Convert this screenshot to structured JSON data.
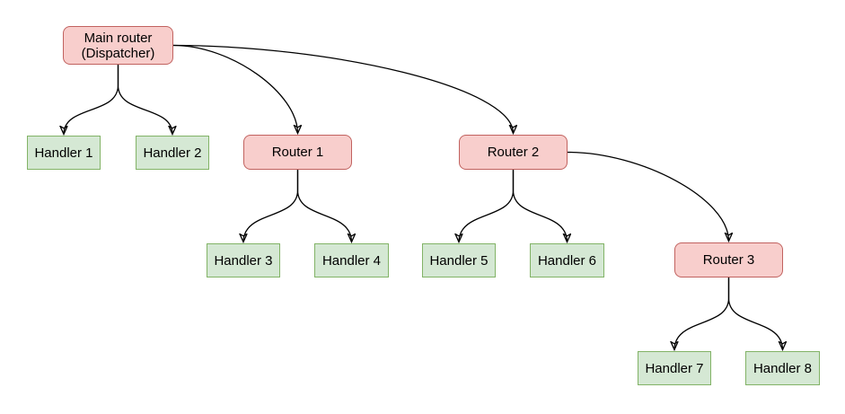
{
  "diagram": {
    "type": "tree",
    "background": "#ffffff",
    "node_styles": {
      "router": {
        "fill": "#f8cecc",
        "border": "#c1625f",
        "shape": "rounded-rectangle"
      },
      "handler": {
        "fill": "#d5e8d4",
        "border": "#82b366",
        "shape": "rectangle"
      }
    },
    "edge_style": {
      "color": "#000000",
      "arrowhead": "filled-triangle",
      "curve": "curved"
    },
    "nodes": {
      "main": {
        "label": "Main router\n(Dispatcher)",
        "type": "router"
      },
      "handler1": {
        "label": "Handler 1",
        "type": "handler"
      },
      "handler2": {
        "label": "Handler 2",
        "type": "handler"
      },
      "router1": {
        "label": "Router 1",
        "type": "router"
      },
      "router2": {
        "label": "Router 2",
        "type": "router"
      },
      "handler3": {
        "label": "Handler 3",
        "type": "handler"
      },
      "handler4": {
        "label": "Handler 4",
        "type": "handler"
      },
      "handler5": {
        "label": "Handler 5",
        "type": "handler"
      },
      "handler6": {
        "label": "Handler 6",
        "type": "handler"
      },
      "router3": {
        "label": "Router 3",
        "type": "router"
      },
      "handler7": {
        "label": "Handler 7",
        "type": "handler"
      },
      "handler8": {
        "label": "Handler 8",
        "type": "handler"
      }
    },
    "edges": [
      {
        "from": "main",
        "to": "handler1"
      },
      {
        "from": "main",
        "to": "handler2"
      },
      {
        "from": "main",
        "to": "router1"
      },
      {
        "from": "main",
        "to": "router2"
      },
      {
        "from": "router1",
        "to": "handler3"
      },
      {
        "from": "router1",
        "to": "handler4"
      },
      {
        "from": "router2",
        "to": "handler5"
      },
      {
        "from": "router2",
        "to": "handler6"
      },
      {
        "from": "router2",
        "to": "router3"
      },
      {
        "from": "router3",
        "to": "handler7"
      },
      {
        "from": "router3",
        "to": "handler8"
      }
    ]
  }
}
